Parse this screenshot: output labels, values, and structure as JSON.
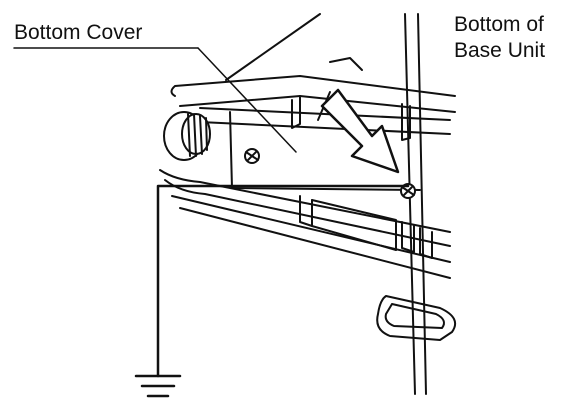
{
  "labels": {
    "bottom_cover": "Bottom Cover",
    "bottom_of_base_line1": "Bottom of",
    "bottom_of_base_line2": "Base Unit"
  },
  "colors": {
    "line": "#111111",
    "background": "#ffffff"
  },
  "icons": {
    "arrow": "hollow-arrow-icon",
    "ground": "ground-symbol-icon",
    "screw": "screw-icon"
  }
}
